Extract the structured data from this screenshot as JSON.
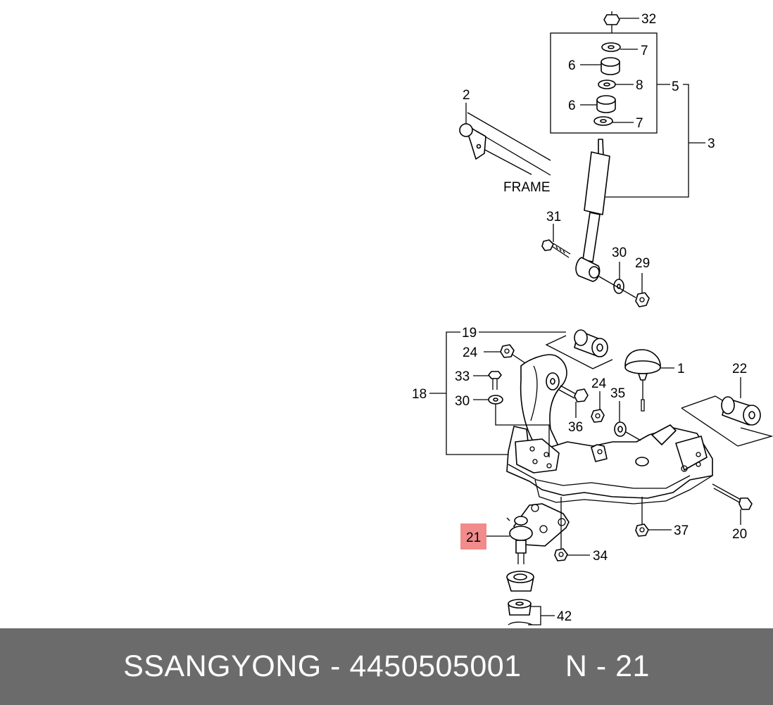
{
  "diagram": {
    "frame_label": "FRAME",
    "highlight_color": "#f28b8b",
    "callouts": [
      {
        "id": "c32",
        "text": "32"
      },
      {
        "id": "c7a",
        "text": "7"
      },
      {
        "id": "c6a",
        "text": "6"
      },
      {
        "id": "c8",
        "text": "8"
      },
      {
        "id": "c5",
        "text": "5"
      },
      {
        "id": "c6b",
        "text": "6"
      },
      {
        "id": "c7b",
        "text": "7"
      },
      {
        "id": "c2",
        "text": "2"
      },
      {
        "id": "c3",
        "text": "3"
      },
      {
        "id": "c31",
        "text": "31"
      },
      {
        "id": "c30a",
        "text": "30"
      },
      {
        "id": "c29",
        "text": "29"
      },
      {
        "id": "c19",
        "text": "19"
      },
      {
        "id": "c24a",
        "text": "24"
      },
      {
        "id": "c1",
        "text": "1"
      },
      {
        "id": "c22",
        "text": "22"
      },
      {
        "id": "c33",
        "text": "33"
      },
      {
        "id": "c18",
        "text": "18"
      },
      {
        "id": "c30b",
        "text": "30"
      },
      {
        "id": "c24b",
        "text": "24"
      },
      {
        "id": "c35",
        "text": "35"
      },
      {
        "id": "c36",
        "text": "36"
      },
      {
        "id": "c21",
        "text": "21"
      },
      {
        "id": "c37",
        "text": "37"
      },
      {
        "id": "c20",
        "text": "20"
      },
      {
        "id": "c34",
        "text": "34"
      },
      {
        "id": "c42",
        "text": "42"
      }
    ]
  },
  "footer": {
    "text": "SSANGYONG - 4450505001     N - 21",
    "background": "#6b6b6b",
    "color": "#ffffff"
  }
}
